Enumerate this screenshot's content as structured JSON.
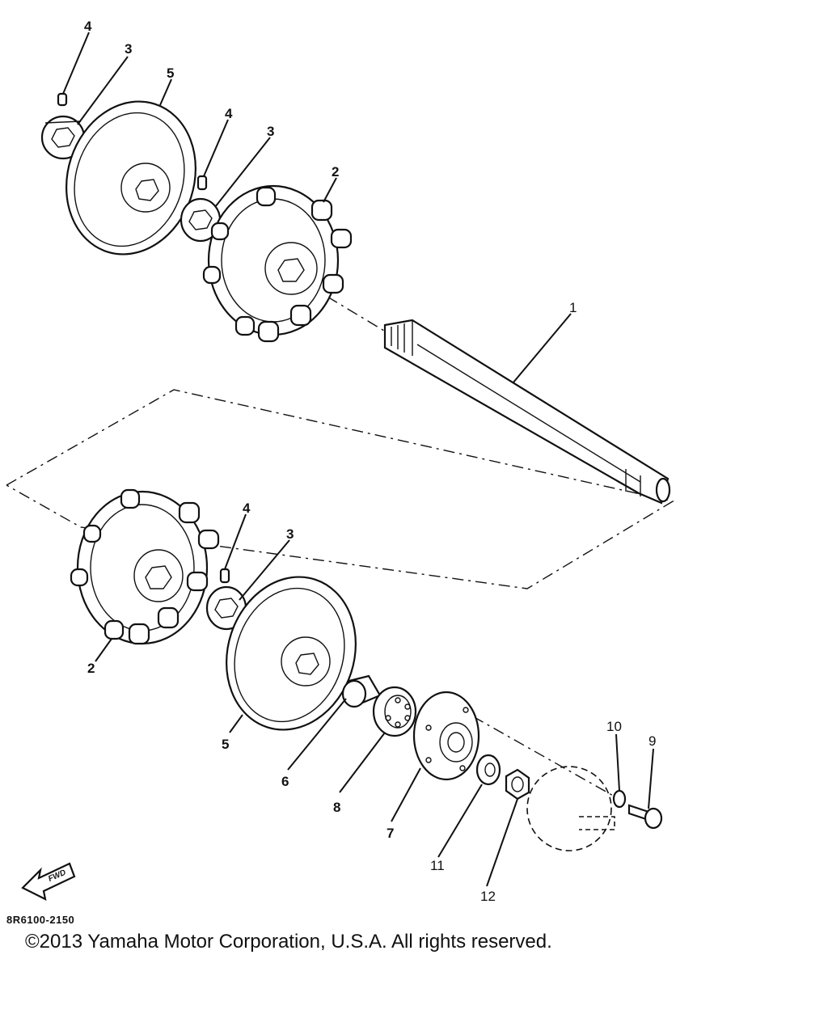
{
  "diagram": {
    "callouts": {
      "c4a": "4",
      "c3a": "3",
      "c5a": "5",
      "c4b": "4",
      "c3b": "3",
      "c2a": "2",
      "c1": "1",
      "c4c": "4",
      "c3c": "3",
      "c2b": "2",
      "c5b": "5",
      "c6": "6",
      "c8": "8",
      "c7": "7",
      "c11": "11",
      "c12": "12",
      "c10": "10",
      "c9": "9"
    },
    "fwd_label": "FWD",
    "code": "8R6100-2150",
    "copyright": "©2013 Yamaha Motor Corporation, U.S.A. All rights reserved."
  }
}
